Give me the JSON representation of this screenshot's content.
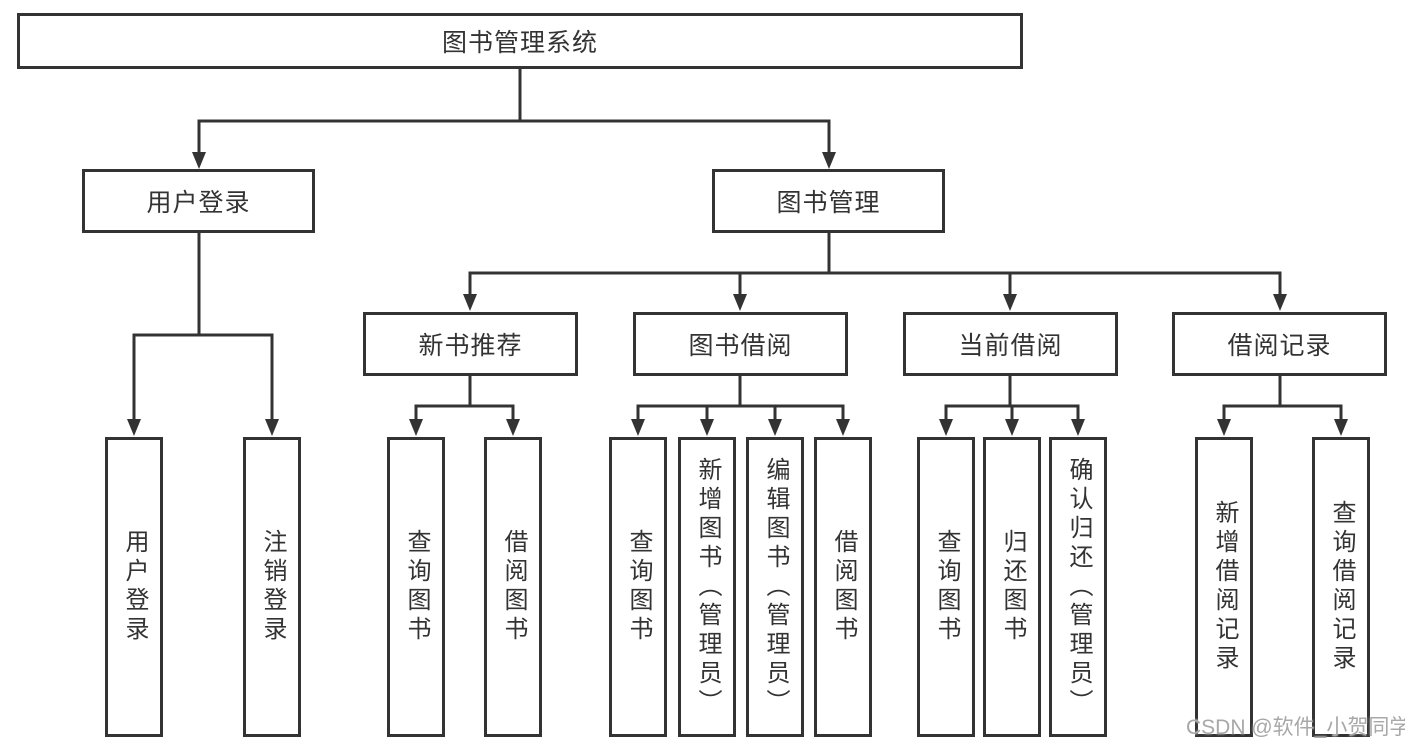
{
  "colors": {
    "line": "#333333",
    "text": "#333333",
    "box_background": "#ffffff",
    "watermark_color": "#a8a8a8"
  },
  "watermark": {
    "label": "CSDN @软件_小贺同学"
  },
  "tree": {
    "root": {
      "label": "图书管理系统"
    },
    "branches": [
      {
        "label": "用户登录",
        "children": [
          {
            "label": "用户登录"
          },
          {
            "label": "注销登录"
          }
        ]
      },
      {
        "label": "图书管理",
        "children": [
          {
            "label": "新书推荐",
            "children": [
              {
                "label": "查询图书"
              },
              {
                "label": "借阅图书"
              }
            ]
          },
          {
            "label": "图书借阅",
            "children": [
              {
                "label": "查询图书"
              },
              {
                "label": "新增图书（管理员）"
              },
              {
                "label": "编辑图书（管理员）"
              },
              {
                "label": "借阅图书"
              }
            ]
          },
          {
            "label": "当前借阅",
            "children": [
              {
                "label": "查询图书"
              },
              {
                "label": "归还图书"
              },
              {
                "label": "确认归还（管理员）"
              }
            ]
          },
          {
            "label": "借阅记录",
            "children": [
              {
                "label": "新增借阅记录"
              },
              {
                "label": "查询借阅记录"
              }
            ]
          }
        ]
      }
    ]
  }
}
